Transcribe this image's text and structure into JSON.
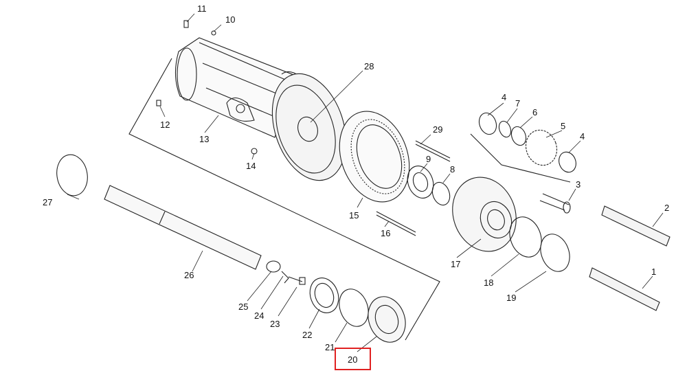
{
  "diagram": {
    "highlight_color": "#e02020",
    "highlighted_part": "20",
    "callouts": [
      {
        "id": "c1",
        "label": "1"
      },
      {
        "id": "c2",
        "label": "2"
      },
      {
        "id": "c3",
        "label": "3"
      },
      {
        "id": "c4a",
        "label": "4"
      },
      {
        "id": "c4b",
        "label": "4"
      },
      {
        "id": "c5",
        "label": "5"
      },
      {
        "id": "c6",
        "label": "6"
      },
      {
        "id": "c7",
        "label": "7"
      },
      {
        "id": "c8",
        "label": "8"
      },
      {
        "id": "c9",
        "label": "9"
      },
      {
        "id": "c10",
        "label": "10"
      },
      {
        "id": "c11",
        "label": "11"
      },
      {
        "id": "c12",
        "label": "12"
      },
      {
        "id": "c13",
        "label": "13"
      },
      {
        "id": "c14",
        "label": "14"
      },
      {
        "id": "c15",
        "label": "15"
      },
      {
        "id": "c16",
        "label": "16"
      },
      {
        "id": "c17",
        "label": "17"
      },
      {
        "id": "c18",
        "label": "18"
      },
      {
        "id": "c19",
        "label": "19"
      },
      {
        "id": "c20",
        "label": "20"
      },
      {
        "id": "c21",
        "label": "21"
      },
      {
        "id": "c22",
        "label": "22"
      },
      {
        "id": "c23",
        "label": "23"
      },
      {
        "id": "c24",
        "label": "24"
      },
      {
        "id": "c25",
        "label": "25"
      },
      {
        "id": "c26",
        "label": "26"
      },
      {
        "id": "c27",
        "label": "27"
      },
      {
        "id": "c28",
        "label": "28"
      },
      {
        "id": "c29",
        "label": "29"
      }
    ]
  }
}
